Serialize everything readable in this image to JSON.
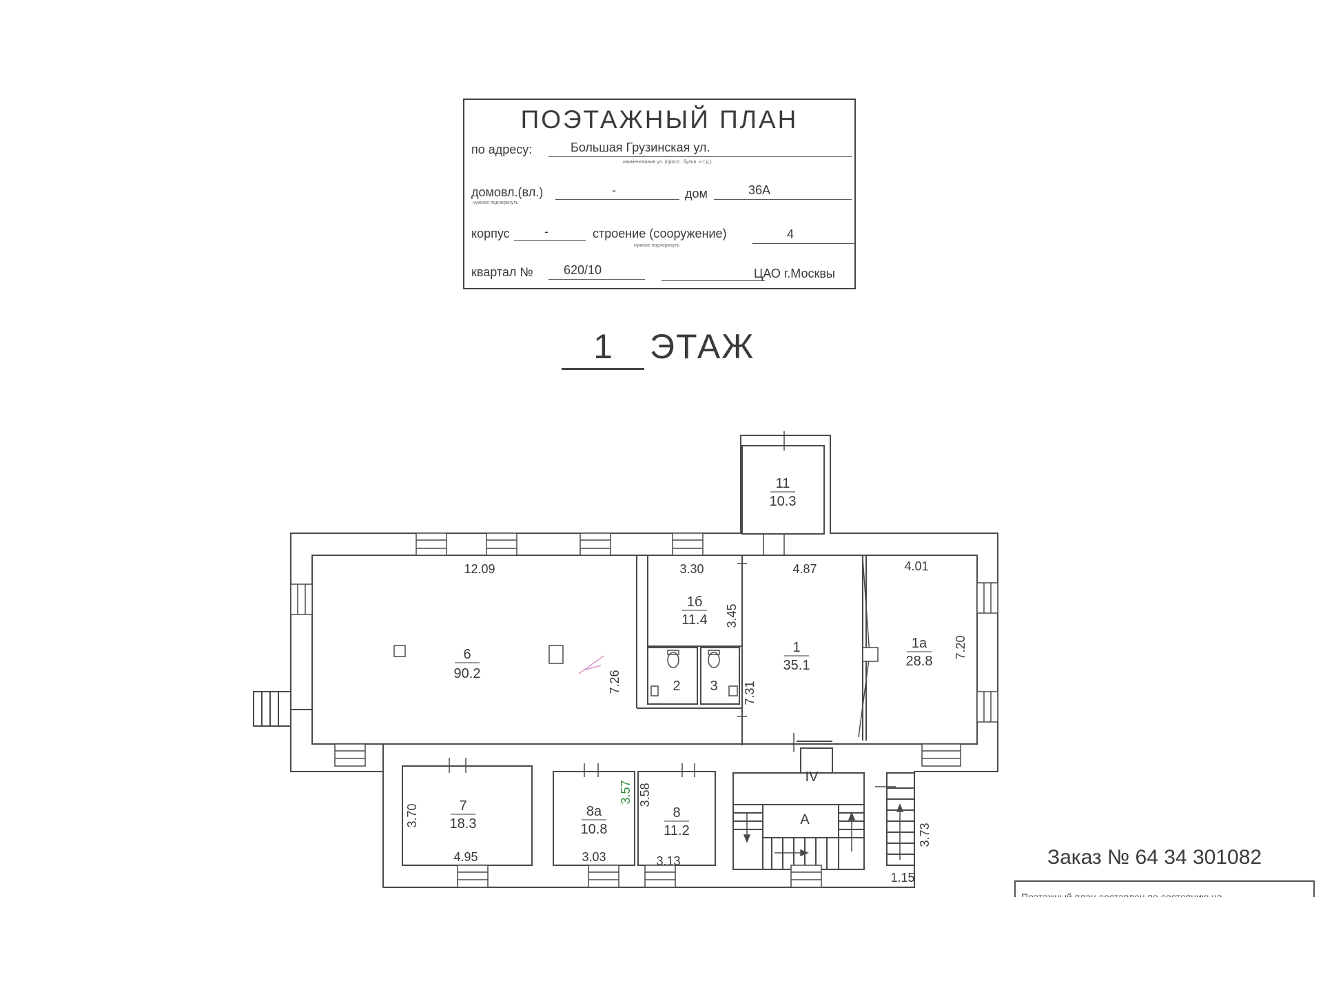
{
  "title_block": {
    "title": "ПОЭТАЖНЫЙ ПЛАН",
    "address_label": "по адресу:",
    "address_value": "Большая Грузинская ул.",
    "address_hint": "наименование ул. (просп., бульв. и т.д.)",
    "estate_label": "домовл.(вл.)",
    "estate_hint": "нужное подчеркнуть",
    "estate_value": "-",
    "house_label": "дом",
    "house_value": "36А",
    "block_label": "корпус",
    "block_value": "-",
    "building_label": "строение (сооружение)",
    "building_hint": "нужное подчеркнуть",
    "building_value": "4",
    "quarter_label": "квартал №",
    "quarter_value": "620/10",
    "district_value": "ЦАО г.Москвы"
  },
  "floor": {
    "number": "1",
    "label": "ЭТАЖ"
  },
  "rooms": [
    {
      "id": "6",
      "area": "90.2"
    },
    {
      "id": "1б",
      "area": "11.4"
    },
    {
      "id": "1",
      "area": "35.1"
    },
    {
      "id": "1а",
      "area": "28.8"
    },
    {
      "id": "11",
      "area": "10.3"
    },
    {
      "id": "7",
      "area": "18.3"
    },
    {
      "id": "8а",
      "area": "10.8"
    },
    {
      "id": "8",
      "area": "11.2"
    },
    {
      "id": "2",
      "area": ""
    },
    {
      "id": "3",
      "area": ""
    }
  ],
  "dimensions": {
    "d_12_09": "12.09",
    "d_3_30": "3.30",
    "d_4_87": "4.87",
    "d_4_01": "4.01",
    "d_3_45": "3.45",
    "d_7_26": "7.26",
    "d_7_31": "7.31",
    "d_7_20": "7.20",
    "d_3_70": "3.70",
    "d_4_95": "4.95",
    "d_3_57": "3.57",
    "d_3_58": "3.58",
    "d_3_03": "3.03",
    "d_3_13": "3.13",
    "d_3_73": "3.73",
    "d_1_15": "1.15"
  },
  "stair_labels": {
    "iv": "IV",
    "a": "A"
  },
  "order": {
    "text": "Заказ № 64 34 301082"
  },
  "stamp": {
    "text": "Поэтажный план составлен по состоянию на"
  },
  "colors": {
    "line": "#4a4a4a",
    "dim_green": "#2e8b3a",
    "pink_mark": "#d080c0"
  }
}
